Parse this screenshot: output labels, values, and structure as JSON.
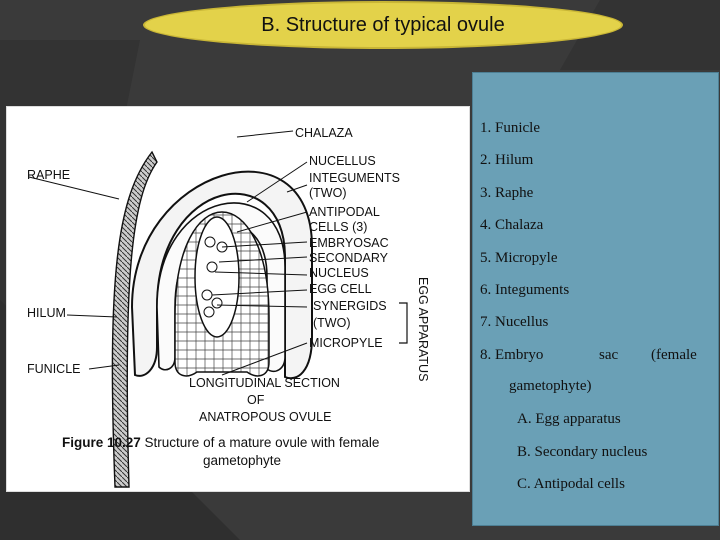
{
  "title": "B. Structure of typical ovule",
  "figure": {
    "labels": {
      "chalaza": "CHALAZA",
      "raphe": "RAPHE",
      "nucellus": "NUCELLUS",
      "integuments": "INTEGUMENTS",
      "two_a": "(TWO)",
      "antipodal": "ANTIPODAL",
      "cells3": "CELLS (3)",
      "embryosac": "EMBRYOSAC",
      "secondary": "SECONDARY",
      "nucleus": "NUCLEUS",
      "egg_cell": "EGG CELL",
      "synergids": "SYNERGIDS",
      "two_b": "(TWO)",
      "micropyle": "MICROPYLE",
      "egg_apparatus": "EGG APPARATUS",
      "hilum": "HILUM",
      "funicle": "FUNICLE",
      "section1": "LONGITUDINAL SECTION",
      "section2": "OF",
      "section3": "ANATROPOUS OVULE",
      "caption_bold": "Figure 10.27",
      "caption_rest": " Structure of a mature ovule with female",
      "caption_line2": "gametophyte"
    }
  },
  "list": {
    "items": [
      "1.  Funicle",
      "2.  Hilum",
      "3.  Raphe",
      "4.  Chalaza",
      "5.  Micropyle",
      "6.  Integuments",
      "7.  Nucellus"
    ],
    "item8_a": "8.  Embryo",
    "item8_b": "sac",
    "item8_c": "(female",
    "item8_d": "gametophyte)",
    "subitems": [
      "A.  Egg apparatus",
      "B.  Secondary nucleus",
      "C.  Antipodal cells"
    ]
  },
  "colors": {
    "background": "#3a3a3a",
    "title_oval": "#e3d24a",
    "list_panel": "#6aa0b6"
  }
}
